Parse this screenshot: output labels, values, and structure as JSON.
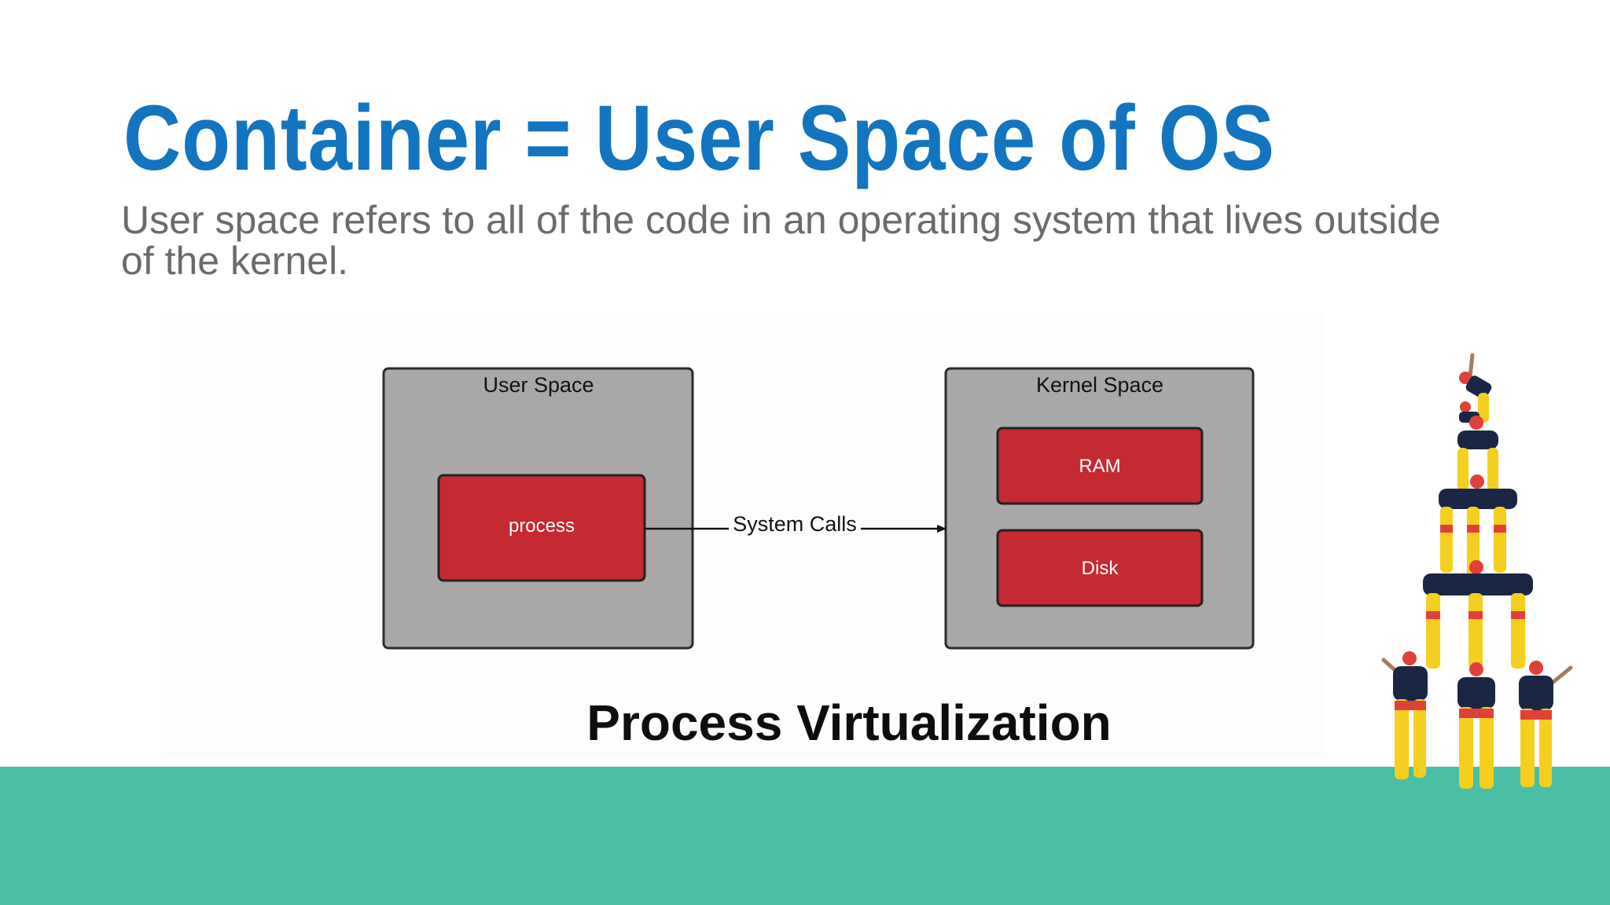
{
  "slide": {
    "title": "Container = User Space of OS",
    "subtitle": "User space refers to all of the code in an operating system that lives outside of the kernel.",
    "caption": "Process Virtualization"
  },
  "diagram": {
    "user_space": {
      "label": "User Space",
      "process": "process"
    },
    "kernel_space": {
      "label": "Kernel Space",
      "ram": "RAM",
      "disk": "Disk"
    },
    "connector_label": "System Calls"
  },
  "colors": {
    "title": "#1374c0",
    "subtitle": "#6b6b6b",
    "panel_fill": "#a9a8a9",
    "panel_border": "#2b2b2b",
    "box_fill": "#c62a31",
    "box_text": "#ffffff",
    "ground": "#4bbfa6",
    "figure_yellow": "#f5cf1f",
    "figure_navy": "#1b2644",
    "figure_red": "#e0403a"
  },
  "icons": {
    "decoration": "human-tower-illustration"
  }
}
